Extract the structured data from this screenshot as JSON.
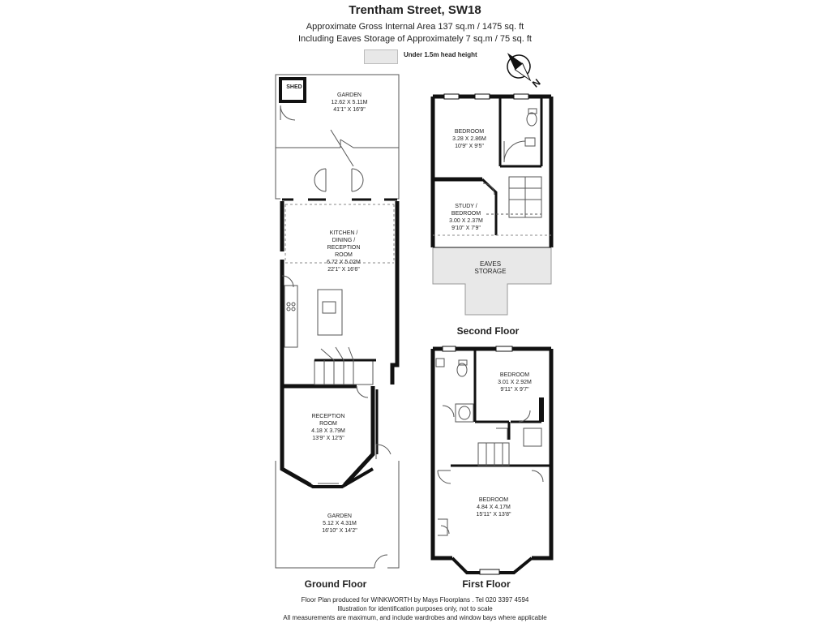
{
  "header": {
    "title": "Trentham Street, SW18",
    "area_line1": "Approximate Gross Internal Area 137 sq.m /  1475 sq. ft",
    "area_line2": "Including Eaves Storage of Approximately 7 sq.m /  75 sq. ft"
  },
  "legend": {
    "label": "Under 1.5m head height",
    "swatch_color": "#e8e8e8"
  },
  "compass": {
    "label": "N"
  },
  "floors": {
    "ground": "Ground Floor",
    "first": "First Floor",
    "second": "Second Floor"
  },
  "rooms": {
    "shed": {
      "name": "SHED"
    },
    "garden_rear": {
      "name": "GARDEN",
      "metric": "12.62 x 5.11M",
      "imperial": "41'1\" x 16'9\""
    },
    "kitchen": {
      "name1": "KITCHEN /",
      "name2": "DINING /",
      "name3": "RECEPTION",
      "name4": "ROOM",
      "metric": "6.72 x 5.02M",
      "imperial": "22'1\" x 16'6\""
    },
    "reception": {
      "name1": "RECEPTION",
      "name2": "ROOM",
      "metric": "4.18 x 3.79M",
      "imperial": "13'9\" x 12'5\""
    },
    "garden_front": {
      "name": "GARDEN",
      "metric": "5.12 x 4.31M",
      "imperial": "16'10\" x 14'2\""
    },
    "bedroom_2f": {
      "name": "BEDROOM",
      "metric": "3.28 x 2.86M",
      "imperial": "10'9\" x 9'5\""
    },
    "study": {
      "name1": "STUDY /",
      "name2": "BEDROOM",
      "metric": "3.00 x 2.37M",
      "imperial": "9'10\" x 7'9\""
    },
    "eaves": {
      "name1": "EAVES",
      "name2": "STORAGE"
    },
    "bedroom_1f_rear": {
      "name": "BEDROOM",
      "metric": "3.01 x 2.92M",
      "imperial": "9'11\" x 9'7\""
    },
    "bedroom_1f_front": {
      "name": "BEDROOM",
      "metric": "4.84 x 4.17M",
      "imperial": "15'11\" x 13'8\""
    }
  },
  "footer": {
    "line1": "Floor Plan produced for WINKWORTH by Mays Floorplans  .  Tel 020 3397 4594",
    "line2": "Illustration for identification purposes only, not to scale",
    "line3": "All measurements are maximum, and include wardrobes and window bays where applicable"
  },
  "colors": {
    "wall": "#111111",
    "thin_line": "#333333",
    "eaves_fill": "#e8e8e8"
  }
}
